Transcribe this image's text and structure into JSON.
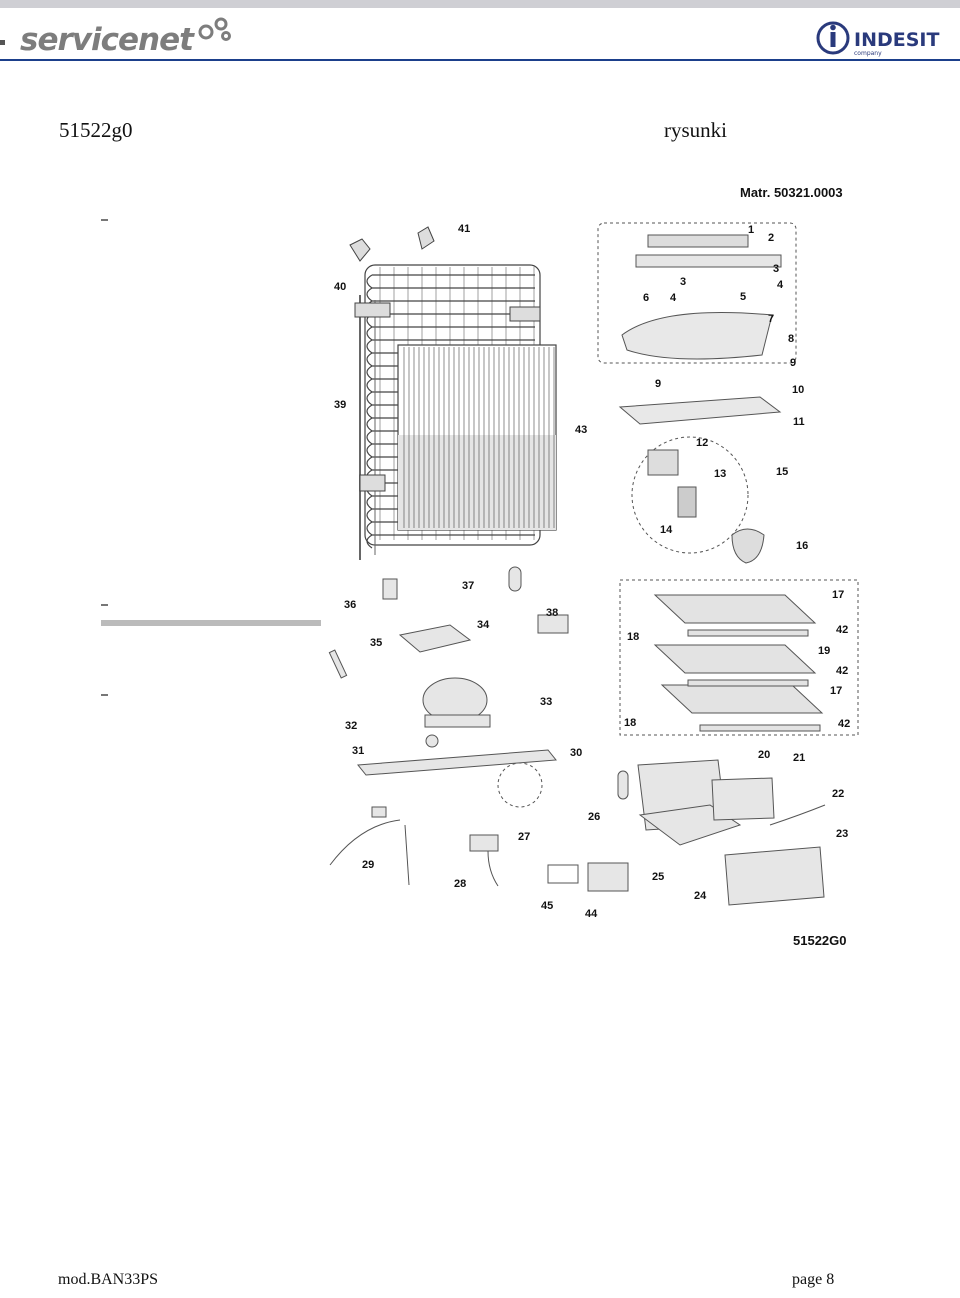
{
  "header": {
    "brand_left": "servicenet",
    "brand_right": "INDESIT",
    "brand_right_sub": "company"
  },
  "document": {
    "code": "51522g0",
    "section": "rysunki"
  },
  "figure": {
    "matr_label": "Matr. 50321.0003",
    "figure_code": "51522G0",
    "part_numbers": [
      "1",
      "2",
      "3",
      "3",
      "4",
      "4",
      "5",
      "6",
      "7",
      "8",
      "9",
      "9",
      "10",
      "11",
      "12",
      "13",
      "14",
      "15",
      "16",
      "17",
      "17",
      "18",
      "18",
      "19",
      "20",
      "21",
      "22",
      "23",
      "24",
      "25",
      "26",
      "27",
      "28",
      "29",
      "30",
      "31",
      "32",
      "33",
      "34",
      "35",
      "36",
      "37",
      "38",
      "39",
      "40",
      "41",
      "42",
      "42",
      "42",
      "43",
      "44",
      "45"
    ]
  },
  "footer": {
    "model": "mod.BAN33PS",
    "page": "page 8"
  },
  "colors": {
    "header_line": "#1b3f8b",
    "logo_gray": "#7d7d7d",
    "logo_blue": "#2a3a7c"
  }
}
